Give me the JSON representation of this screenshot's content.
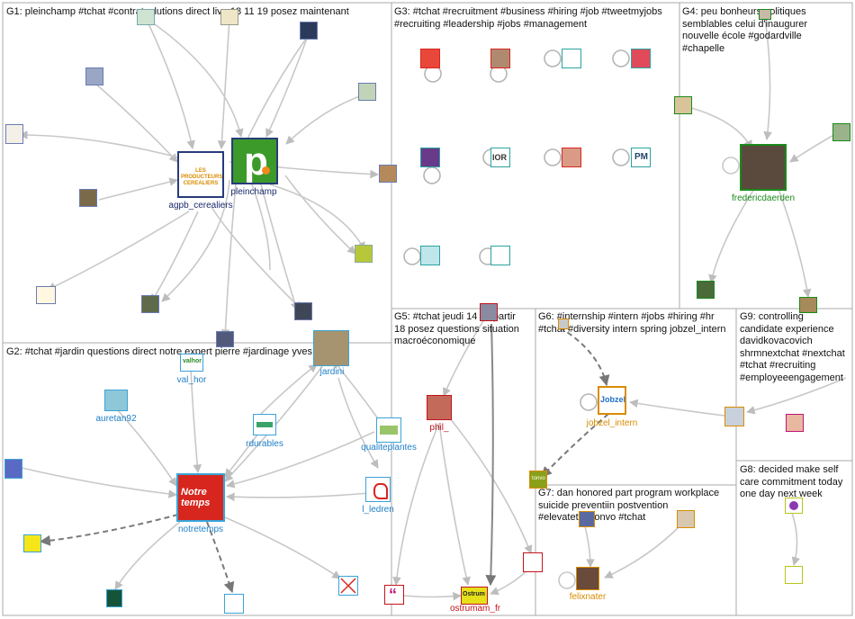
{
  "groups": [
    {
      "id": "G1",
      "lines": [
        "G1: pleinchamp #tchat #contratsolutions direct live 18 11 19 posez maintenant"
      ]
    },
    {
      "id": "G2",
      "lines": [
        "G2: #tchat #jardin questions direct notre expert pierre #jardinage yves nédélec"
      ]
    },
    {
      "id": "G3",
      "lines": [
        "G3: #tchat #recruitment #business #hiring #job #tweetmyjobs",
        "#recruiting #leadership #jobs #management"
      ]
    },
    {
      "id": "G4",
      "lines": [
        "G4: peu bonheurs politiques",
        "semblables celui d'inaugurer",
        "nouvelle école #godardville",
        "#chapelle"
      ]
    },
    {
      "id": "G5",
      "lines": [
        "G5: #tchat jeudi 14 11 partir",
        "18 posez questions situation",
        "macroéconomique"
      ]
    },
    {
      "id": "G6",
      "lines": [
        "G6: #internship #intern #jobs #hiring #hr",
        "#tchat #diversity intern spring jobzel_intern"
      ]
    },
    {
      "id": "G7",
      "lines": [
        "G7: dan honored part program workplace",
        "suicide preventiin postvention",
        "#elevatetheconvo #tchat"
      ]
    },
    {
      "id": "G8",
      "lines": [
        "G8: decided make self",
        "care commitment today",
        "one day next week"
      ]
    },
    {
      "id": "G9",
      "lines": [
        "G9: controlling",
        "candidate experience",
        "davidkovacovich",
        "shrmnextchat #nextchat",
        "#tchat #recruiting",
        "#employeeengagement"
      ]
    }
  ],
  "node_labels": {
    "agpb": "agpb_cerealiers",
    "pleinchamp": "pleinchamp",
    "val_hor": "val_hor",
    "jardini": "jardini",
    "auretan92": "auretan92",
    "rdurables": "rdurables",
    "qualiteplantes": "qualiteplantes",
    "notretemps": "notretemps",
    "l_ledren": "l_ledren",
    "fredericdaerden": "fredericdaerden",
    "phil_": "phil_",
    "jobzel_intern": "jobzel_intern",
    "felixnater": "felixnater",
    "ostrumam_fr": "ostrumam_fr"
  },
  "logos": {
    "agpb": "LES PRODUCTEURS CEREALIERS",
    "pleinchamp": "p",
    "notretemps": "Notre temps",
    "jobzel": "Jobzel",
    "ostrum": "Ostrum",
    "ior": "IOR",
    "pm": "PM",
    "tonvo": "tonvo"
  },
  "colors": {
    "group_border": "#aaaaaa",
    "edge": "#c8c8c8",
    "edge_dark": "#7a7a7a",
    "label_navy": "#1b2a6b",
    "label_blue": "#1e7fc8",
    "label_green": "#1a8a1a",
    "label_red": "#c0141c",
    "label_orange": "#d98c00",
    "pleinchamp_green": "#3c9a2a",
    "notretemps_red": "#d7261e"
  }
}
